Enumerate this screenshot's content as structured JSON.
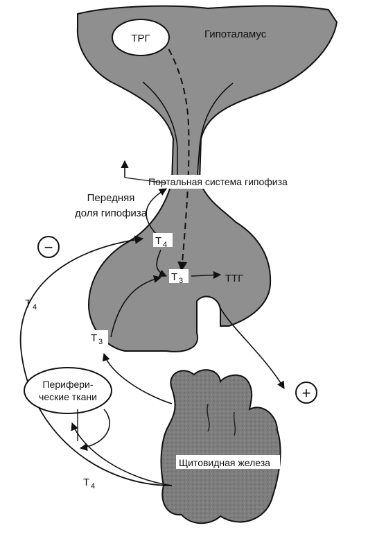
{
  "labels": {
    "trg": "ТРГ",
    "hypothalamus": "Гипоталамус",
    "portal": "Портальная система гипофиза",
    "anterior_line1": "Передняя",
    "anterior_line2": "доля гипофиза",
    "ttg": "ТТГ",
    "periph_line1": "Перифери-",
    "periph_line2": "ческие ткани",
    "thyroid": "Щитовидная железа",
    "minus_sign": "−",
    "plus_sign": "+",
    "t4_letter": "Т",
    "t4_sub": "4",
    "t3_letter": "Т",
    "t3_sub": "3"
  },
  "colors": {
    "organ_fill": "#8f8f8f",
    "thyroid_fill": "#7e7e7e",
    "outline": "#111111",
    "label_box": "#ffffff"
  },
  "icons": {
    "minus": "minus-circle-icon",
    "plus": "plus-circle-icon"
  }
}
